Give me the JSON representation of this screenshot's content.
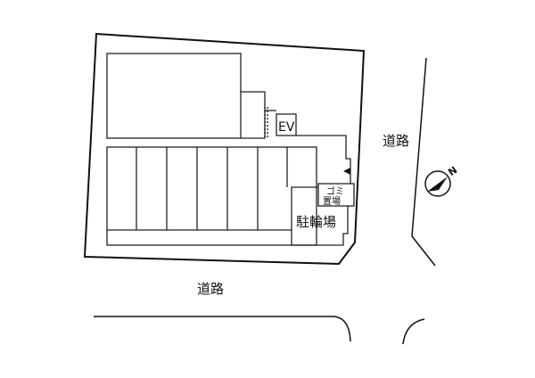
{
  "labels": {
    "road_bottom": "道路",
    "road_right": "道路",
    "elevator": "EV",
    "garbage_line1": "ゴミ",
    "garbage_line2": "置場",
    "bicycle_parking": "駐輪場",
    "compass_north": "N"
  },
  "colors": {
    "line": "#111111",
    "dotted": "#9a9a9a",
    "background": "#ffffff"
  }
}
